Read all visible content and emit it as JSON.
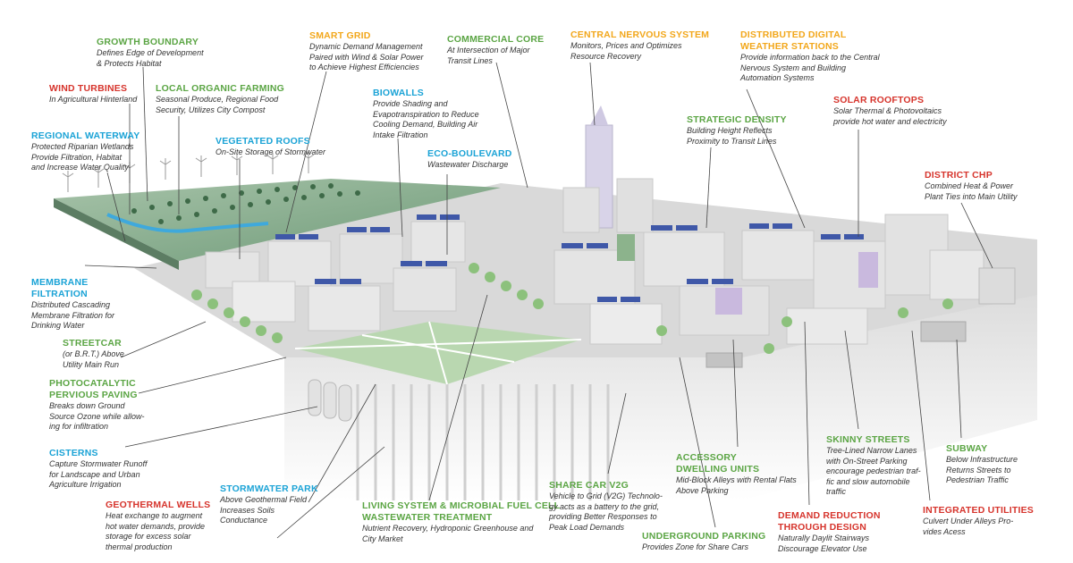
{
  "colors": {
    "green": "#5ba544",
    "red": "#d6342c",
    "blue": "#1ba3d6",
    "orange": "#f2a71b",
    "leader": "#444444",
    "ground": "#d5d5d5",
    "grass": "#cfe2c8",
    "building": "#e4e4e4",
    "solar": "#3f58a8",
    "tree": "#8cc17c"
  },
  "labels": [
    {
      "id": "growth-boundary",
      "color": "green",
      "title": "GROWTH BOUNDARY",
      "desc": "Defines Edge of Development\n& Protects Habitat"
    },
    {
      "id": "wind-turbines",
      "color": "red",
      "title": "WIND TURBINES",
      "desc": "In Agricultural Hinterland"
    },
    {
      "id": "local-organic-farming",
      "color": "green",
      "title": "LOCAL ORGANIC FARMING",
      "desc": "Seasonal Produce, Regional Food\nSecurity, Utilizes City Compost"
    },
    {
      "id": "regional-waterway",
      "color": "blue",
      "title": "REGIONAL WATERWAY",
      "desc": "Protected Riparian Wetlands\nProvide Filtration, Habitat\nand Increase Water Quality"
    },
    {
      "id": "smart-grid",
      "color": "orange",
      "title": "SMART GRID",
      "desc": "Dynamic Demand Management\nPaired with Wind & Solar Power\nto Achieve Highest Efficiencies"
    },
    {
      "id": "commercial-core",
      "color": "green",
      "title": "COMMERCIAL CORE",
      "desc": "At Intersection of Major\nTransit Lines"
    },
    {
      "id": "central-nervous-system",
      "color": "orange",
      "title": "CENTRAL NERVOUS SYSTEM",
      "desc": "Monitors, Prices and Optimizes\nResource Recovery"
    },
    {
      "id": "distributed-weather",
      "color": "orange",
      "title": "DISTRIBUTED DIGITAL\nWEATHER STATIONS",
      "desc": "Provide information back to the Central\nNervous System and Building\nAutomation Systems"
    },
    {
      "id": "biowalls",
      "color": "blue",
      "title": "BIOWALLS",
      "desc": "Provide Shading and\nEvapotranspiration to Reduce\nCooling Demand, Building Air\nIntake Filtration"
    },
    {
      "id": "vegetated-roofs",
      "color": "blue",
      "title": "VEGETATED ROOFS",
      "desc": "On-Site Storage of Stormwater"
    },
    {
      "id": "eco-boulevard",
      "color": "blue",
      "title": "ECO-BOULEVARD",
      "desc": "Wastewater Discharge"
    },
    {
      "id": "strategic-density",
      "color": "green",
      "title": "STRATEGIC DENSITY",
      "desc": "Building Height Reflects\nProximity to Transit Lines"
    },
    {
      "id": "solar-rooftops",
      "color": "red",
      "title": "SOLAR ROOFTOPS",
      "desc": "Solar Thermal & Photovoltaics\nprovide hot water and electricity"
    },
    {
      "id": "district-chp",
      "color": "red",
      "title": "DISTRICT CHP",
      "desc": "Combined Heat & Power\nPlant Ties into Main Utility"
    },
    {
      "id": "membrane-filtration",
      "color": "blue",
      "title": "MEMBRANE\nFILTRATION",
      "desc": "Distributed Cascading\nMembrane Filtration for\nDrinking Water"
    },
    {
      "id": "streetcar",
      "color": "green",
      "title": "STREETCAR",
      "desc": "(or B.R.T.) Above\nUtility Main Run"
    },
    {
      "id": "photocatalytic-paving",
      "color": "green",
      "title": "PHOTOCATALYTIC\nPERVIOUS PAVING",
      "desc": "Breaks down Ground\nSource Ozone while allow-\ning for infiltration"
    },
    {
      "id": "cisterns",
      "color": "blue",
      "title": "CISTERNS",
      "desc": "Capture Stormwater Runoff\nfor Landscape and Urban\nAgriculture Irrigation"
    },
    {
      "id": "stormwater-park",
      "color": "blue",
      "title": "STORMWATER PARK",
      "desc": "Above Geothermal Field\nIncreases Soils\nConductance"
    },
    {
      "id": "geothermal-wells",
      "color": "red",
      "title": "GEOTHERMAL WELLS",
      "desc": "Heat exchange to augment\nhot water demands, provide\nstorage for excess solar\nthermal production"
    },
    {
      "id": "living-system",
      "color": "green",
      "title": "LIVING SYSTEM & MICROBIAL FUEL CELL\nWASTEWATER TREATMENT",
      "desc": "Nutrient Recovery, Hydroponic Greenhouse and\nCity Market"
    },
    {
      "id": "share-car",
      "color": "green",
      "title": "SHARE CAR V2G",
      "desc": "Vehicle to Grid (V2G) Technolo-\ngy acts as a battery to the grid,\nproviding Better Responses to\nPeak Load Demands"
    },
    {
      "id": "underground-parking",
      "color": "green",
      "title": "UNDERGROUND PARKING",
      "desc": "Provides Zone for Share Cars"
    },
    {
      "id": "accessory-dwelling",
      "color": "green",
      "title": "ACCESSORY\nDWELLING UNITS",
      "desc": "Mid-Block Alleys with Rental Flats\nAbove Parking"
    },
    {
      "id": "demand-reduction",
      "color": "red",
      "title": "DEMAND REDUCTION\nTHROUGH DESIGN",
      "desc": "Naturally Daylit Stairways\nDiscourage Elevator Use"
    },
    {
      "id": "skinny-streets",
      "color": "green",
      "title": "SKINNY STREETS",
      "desc": "Tree-Lined Narrow Lanes\nwith On-Street Parking\nencourage pedestrian traf-\nfic and slow automobile\ntraffic"
    },
    {
      "id": "subway",
      "color": "green",
      "title": "SUBWAY",
      "desc": "Below Infrastructure\nReturns Streets to\nPedestrian Traffic"
    },
    {
      "id": "integrated-utilities",
      "color": "red",
      "title": "INTEGRATED UTILITIES",
      "desc": "Culvert Under Alleys Pro-\nvides Acess"
    }
  ]
}
